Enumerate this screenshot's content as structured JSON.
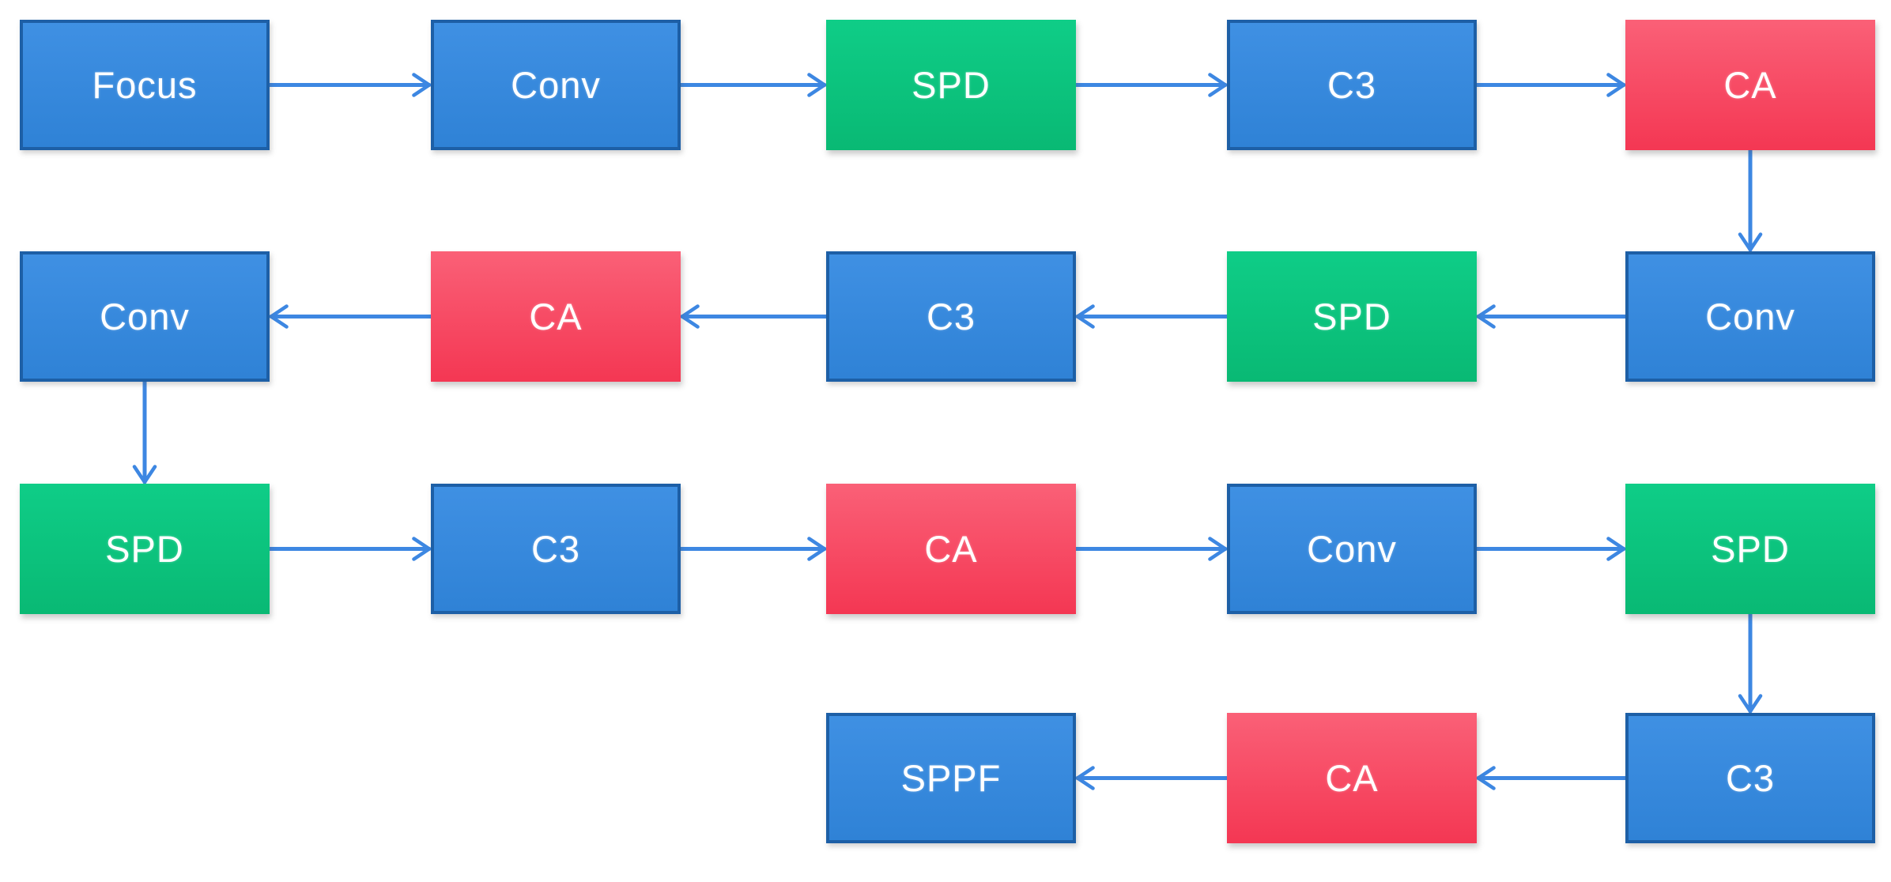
{
  "figure": {
    "type": "flowchart",
    "title": "",
    "description": "Backbone module flow: serpentine chain of Focus, Conv, SPD, C3, CA blocks ending in SPPF",
    "colors": {
      "blue_top": "#3f90e3",
      "blue_bottom": "#2f82d6",
      "blue_border": "#1d5fa6",
      "green_top": "#0fcd87",
      "green_bottom": "#09b974",
      "red_top": "#fa6077",
      "red_bottom": "#f43753",
      "arrow": "#3d87e2",
      "text": "#ffffff",
      "background": "#ffffff"
    },
    "nodes": [
      {
        "id": "r1c1",
        "label": "Focus",
        "color": "blue",
        "row": 1,
        "col": 1
      },
      {
        "id": "r1c2",
        "label": "Conv",
        "color": "blue",
        "row": 1,
        "col": 2
      },
      {
        "id": "r1c3",
        "label": "SPD",
        "color": "green",
        "row": 1,
        "col": 3
      },
      {
        "id": "r1c4",
        "label": "C3",
        "color": "blue",
        "row": 1,
        "col": 4
      },
      {
        "id": "r1c5",
        "label": "CA",
        "color": "red",
        "row": 1,
        "col": 5
      },
      {
        "id": "r2c5",
        "label": "Conv",
        "color": "blue",
        "row": 2,
        "col": 5
      },
      {
        "id": "r2c4",
        "label": "SPD",
        "color": "green",
        "row": 2,
        "col": 4
      },
      {
        "id": "r2c3",
        "label": "C3",
        "color": "blue",
        "row": 2,
        "col": 3
      },
      {
        "id": "r2c2",
        "label": "CA",
        "color": "red",
        "row": 2,
        "col": 2
      },
      {
        "id": "r2c1",
        "label": "Conv",
        "color": "blue",
        "row": 2,
        "col": 1
      },
      {
        "id": "r3c1",
        "label": "SPD",
        "color": "green",
        "row": 3,
        "col": 1
      },
      {
        "id": "r3c2",
        "label": "C3",
        "color": "blue",
        "row": 3,
        "col": 2
      },
      {
        "id": "r3c3",
        "label": "CA",
        "color": "red",
        "row": 3,
        "col": 3
      },
      {
        "id": "r3c4",
        "label": "Conv",
        "color": "blue",
        "row": 3,
        "col": 4
      },
      {
        "id": "r3c5",
        "label": "SPD",
        "color": "green",
        "row": 3,
        "col": 5
      },
      {
        "id": "r4c5",
        "label": "C3",
        "color": "blue",
        "row": 4,
        "col": 5
      },
      {
        "id": "r4c4",
        "label": "CA",
        "color": "red",
        "row": 4,
        "col": 4
      },
      {
        "id": "r4c3",
        "label": "SPPF",
        "color": "blue",
        "row": 4,
        "col": 3
      }
    ],
    "edges": [
      {
        "from": "r1c1",
        "to": "r1c2"
      },
      {
        "from": "r1c2",
        "to": "r1c3"
      },
      {
        "from": "r1c3",
        "to": "r1c4"
      },
      {
        "from": "r1c4",
        "to": "r1c5"
      },
      {
        "from": "r1c5",
        "to": "r2c5"
      },
      {
        "from": "r2c5",
        "to": "r2c4"
      },
      {
        "from": "r2c4",
        "to": "r2c3"
      },
      {
        "from": "r2c3",
        "to": "r2c2"
      },
      {
        "from": "r2c2",
        "to": "r2c1"
      },
      {
        "from": "r2c1",
        "to": "r3c1"
      },
      {
        "from": "r3c1",
        "to": "r3c2"
      },
      {
        "from": "r3c2",
        "to": "r3c3"
      },
      {
        "from": "r3c3",
        "to": "r3c4"
      },
      {
        "from": "r3c4",
        "to": "r3c5"
      },
      {
        "from": "r3c5",
        "to": "r4c5"
      },
      {
        "from": "r4c5",
        "to": "r4c4"
      },
      {
        "from": "r4c4",
        "to": "r4c3"
      }
    ]
  }
}
